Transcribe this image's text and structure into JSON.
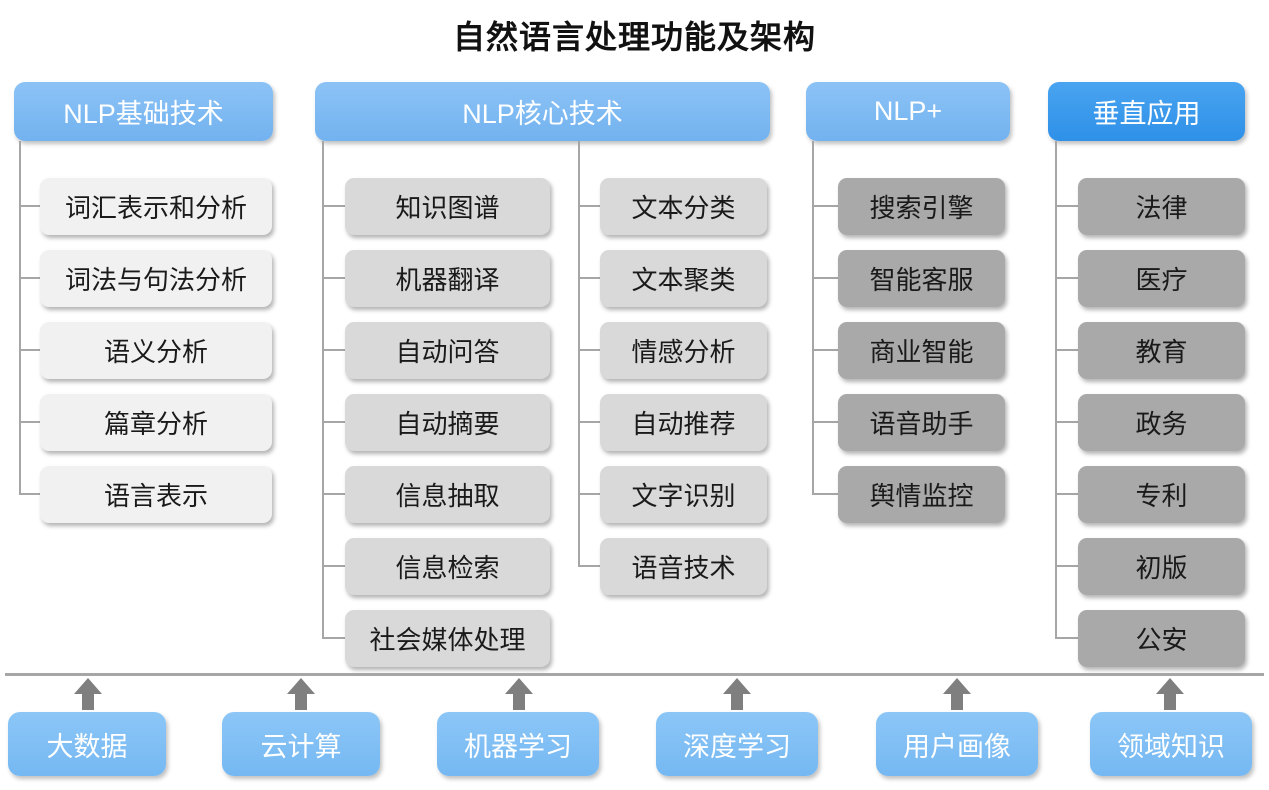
{
  "title": "自然语言处理功能及架构",
  "colors": {
    "header_blue": "#7cb8f1",
    "accent_blue": "#3897ec",
    "child_gray_light": "#f1f1f1",
    "child_gray_mid": "#d9d9d9",
    "child_gray_dark": "#a9a9a9",
    "connector_gray": "#a6a6a6",
    "arrow_gray": "#7f7f7f",
    "header_text": "#ffffff",
    "child_text": "#1a1a1a"
  },
  "columns": [
    {
      "header": "NLP基础技术",
      "items": [
        "词汇表示和分析",
        "词法与句法分析",
        "语义分析",
        "篇章分析",
        "语言表示"
      ]
    },
    {
      "header": "NLP核心技术",
      "sub_left": [
        "知识图谱",
        "机器翻译",
        "自动问答",
        "自动摘要",
        "信息抽取",
        "信息检索",
        "社会媒体处理"
      ],
      "sub_right": [
        "文本分类",
        "文本聚类",
        "情感分析",
        "自动推荐",
        "文字识别",
        "语音技术"
      ]
    },
    {
      "header": "NLP+",
      "items": [
        "搜索引擎",
        "智能客服",
        "商业智能",
        "语音助手",
        "舆情监控"
      ]
    },
    {
      "header": "垂直应用",
      "items": [
        "法律",
        "医疗",
        "教育",
        "政务",
        "专利",
        "初版",
        "公安"
      ]
    }
  ],
  "foundation": {
    "items": [
      "大数据",
      "云计算",
      "机器学习",
      "深度学习",
      "用户画像",
      "领域知识"
    ]
  }
}
